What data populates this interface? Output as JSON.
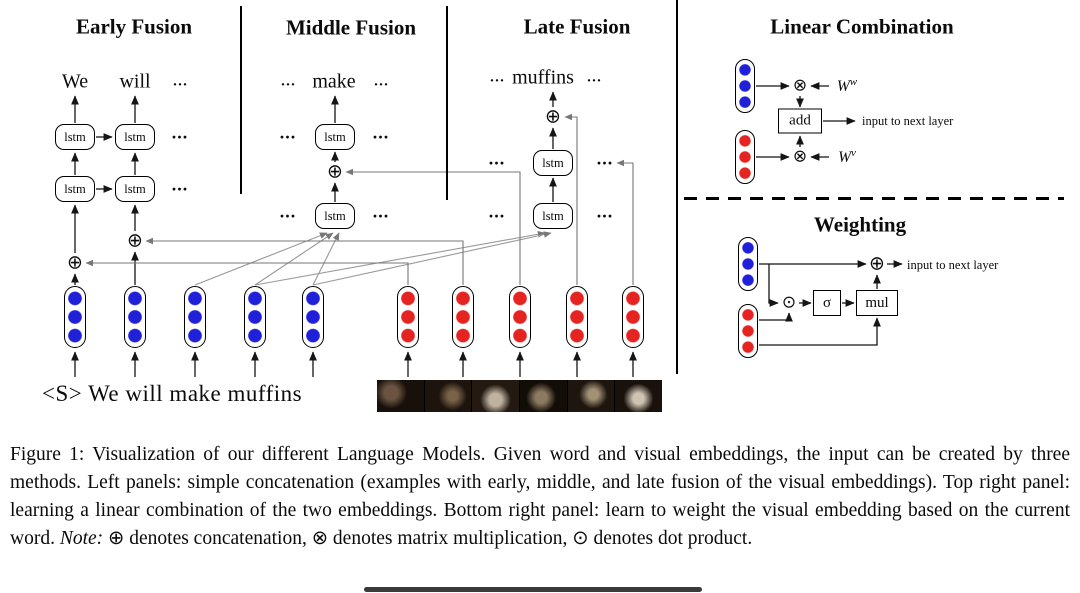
{
  "figure": {
    "panels": {
      "early": {
        "title": "Early Fusion",
        "words": [
          "We",
          "will",
          "..."
        ]
      },
      "middle": {
        "title": "Middle Fusion",
        "words": [
          "...",
          "make",
          "..."
        ]
      },
      "late": {
        "title": "Late Fusion",
        "words": [
          "...",
          "muffins",
          "..."
        ]
      },
      "linear_combination": {
        "title": "Linear Combination",
        "add_label": "add",
        "weight_word": {
          "base": "W",
          "sup": "w"
        },
        "weight_visual": {
          "base": "W",
          "sup": "v"
        },
        "next_layer_label": "input to next layer"
      },
      "weighting": {
        "title": "Weighting",
        "sigma_label": "σ",
        "mul_label": "mul",
        "next_layer_label": "input to next layer"
      }
    },
    "labels": {
      "lstm": "lstm",
      "ellipsis": "...",
      "input_sentence": "<S> We will make muffins"
    },
    "symbols": {
      "concat": "⊕",
      "matmul": "⊗",
      "dot": "⊙"
    },
    "colors": {
      "word_embedding": "#2020d8",
      "visual_embedding": "#e52320"
    },
    "video_frame_count": 6
  },
  "caption": {
    "text_main": "Figure 1: Visualization of our different Language Models. Given word and visual embeddings, the input can be created by three methods. Left panels: simple concatenation (examples with early, middle, and late fusion of the visual embeddings). Top right panel: learning a linear combination of the two embeddings. Bottom right panel: learn to weight the visual embedding based on the current word. ",
    "note_label": "Note:",
    "text_note": " ⊕ denotes concatenation, ⊗ denotes matrix multiplication, ⊙ denotes dot product."
  }
}
